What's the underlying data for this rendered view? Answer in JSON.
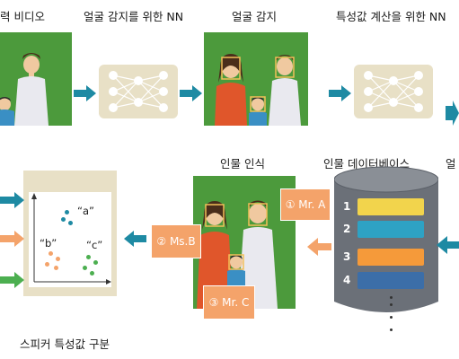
{
  "top_labels": {
    "video": "력 비디오",
    "face_nn": "얼굴 감지를 위한 NN",
    "face_detect": "얼굴 감지",
    "feature_nn": "특성값 계산을 위한 NN"
  },
  "bottom_labels": {
    "person_recognition": "인물 인식",
    "person_database": "인물 데이터베이스",
    "right_cut": "얼",
    "speaker_feature": "스피커 특성값 구분"
  },
  "tags": {
    "mr_a": "① Mr. A",
    "ms_b": "② Ms.B",
    "mr_c": "③ Mr. C"
  },
  "scatter": {
    "label_a": "“a”",
    "label_b": "“b”",
    "label_c": "“c”"
  },
  "database": {
    "rows": [
      "1",
      "2",
      "3",
      "4"
    ]
  },
  "colors": {
    "green_bg": "#4c9a3c",
    "nn_box": "#e8e0c6",
    "arrow_teal": "#1e8aa3",
    "arrow_orange": "#f4a36a",
    "arrow_green": "#4caf50",
    "cylinder": "#6b7078",
    "row1": "#f2d44c",
    "row2": "#2ea2c4",
    "row3": "#f59a3a",
    "row4": "#3c6ea8"
  }
}
